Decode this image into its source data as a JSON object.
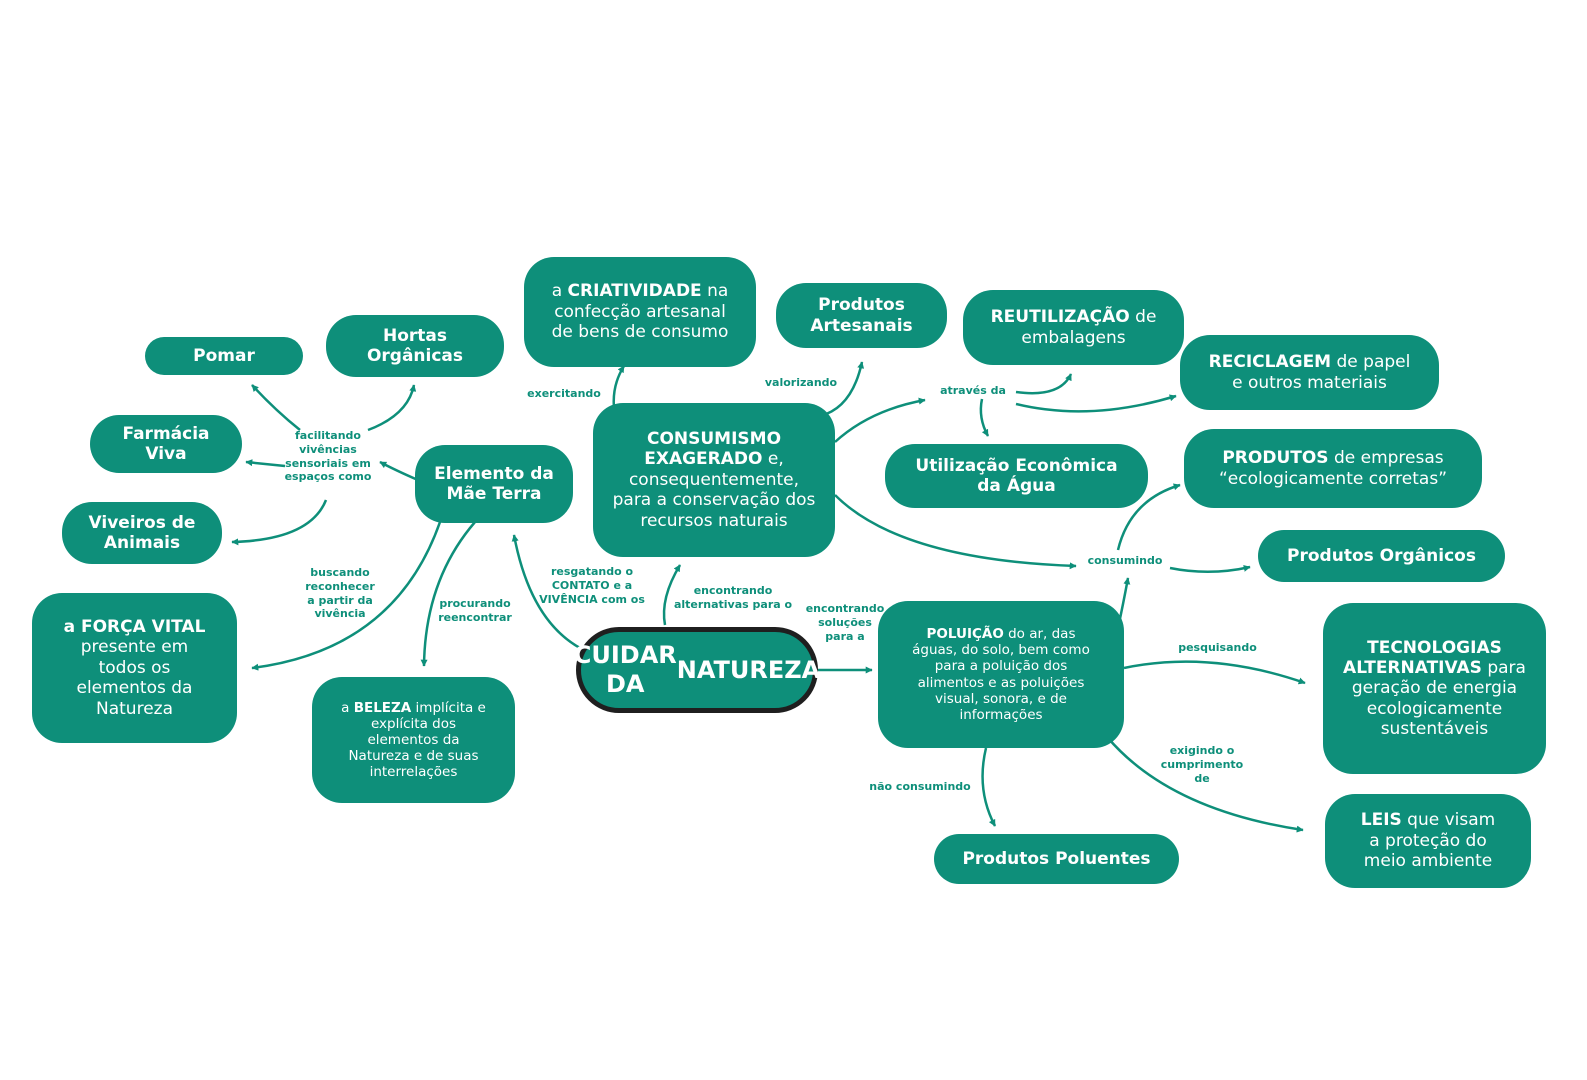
{
  "colors": {
    "node_fill": "#0e8f7a",
    "edge": "#0e8f7a",
    "center_border": "#1f1f1f",
    "text": "#ffffff"
  },
  "nodes": {
    "center": {
      "lines": [
        "CUIDAR DA",
        "NATUREZA"
      ]
    },
    "mae_terra": {
      "lines": [
        "Elemento da",
        "Mãe Terra"
      ]
    },
    "pomar": {
      "lines": [
        "Pomar"
      ]
    },
    "hortas": {
      "lines": [
        "Hortas",
        "Orgânicas"
      ]
    },
    "farmacia": {
      "lines": [
        "Farmácia",
        "Viva"
      ]
    },
    "viveiros": {
      "lines": [
        "Viveiros de",
        "Animais"
      ]
    },
    "forca_vital": {
      "bold": "a FORÇA VITAL",
      "rest_lines": [
        "presente em",
        "todos os",
        "elementos da",
        "Natureza"
      ]
    },
    "beleza": {
      "pre": "a ",
      "bold": "BELEZA",
      "post": " implícita e",
      "rest_lines": [
        "explícita dos",
        "elementos da",
        "Natureza e de suas",
        "interrelações"
      ]
    },
    "criatividade": {
      "pre": "a ",
      "bold": "CRIATIVIDADE",
      "post": " na",
      "rest_lines": [
        "confecção artesanal",
        "de bens de consumo"
      ]
    },
    "consumismo": {
      "bold": "CONSUMISMO",
      "bold2": "EXAGERADO",
      "post2": " e,",
      "rest_lines": [
        "consequentemente,",
        "para a conservação dos",
        "recursos naturais"
      ]
    },
    "produtos_artesanais": {
      "lines": [
        "Produtos",
        "Artesanais"
      ]
    },
    "reutilizacao": {
      "bold": "REUTILIZAÇÃO",
      "post": " de",
      "rest_lines": [
        "embalagens"
      ]
    },
    "reciclagem": {
      "bold": "RECICLAGEM",
      "post": " de papel",
      "rest_lines": [
        "e outros materiais"
      ]
    },
    "agua": {
      "lines": [
        "Utilização Econômica",
        "da Água"
      ]
    },
    "produtos_empresas": {
      "bold": "PRODUTOS",
      "post": " de empresas",
      "rest_lines": [
        "“ecologicamente corretas”"
      ]
    },
    "organicos": {
      "lines": [
        "Produtos Orgânicos"
      ]
    },
    "poluicao": {
      "bold": "POLUIÇÃO",
      "post": " do ar, das",
      "rest_lines": [
        "águas, do solo, bem como",
        "para a poluição dos",
        "alimentos e as poluições",
        "visual, sonora, e de",
        "informações"
      ]
    },
    "tecnologias": {
      "bold": "TECNOLOGIAS",
      "bold2": "ALTERNATIVAS",
      "post2": " para",
      "rest_lines": [
        "geração de energia",
        "ecologicamente",
        "sustentáveis"
      ]
    },
    "leis": {
      "bold": "LEIS",
      "post": " que visam",
      "rest_lines": [
        "a proteção do",
        "meio ambiente"
      ]
    },
    "poluentes": {
      "lines": [
        "Produtos Poluentes"
      ]
    }
  },
  "labels": {
    "facilitando": "facilitando\nvivências\nsensoriais em\nespaços como",
    "buscando": "buscando\nreconhecer\na partir da\nvivência",
    "procurando": "procurando\nreencontrar",
    "resgatando": "resgatando o\nCONTATO e a\nVIVÊNCIA com os",
    "exercitando": "exercitando",
    "encontrando_alt": "encontrando\nalternativas para o",
    "encontrando_sol": "encontrando\nsoluções\npara a",
    "valorizando": "valorizando",
    "atraves": "através da",
    "consumindo": "consumindo",
    "pesquisando": "pesquisando",
    "exigindo": "exigindo o\ncumprimento\nde",
    "nao_consumindo": "não consumindo"
  }
}
